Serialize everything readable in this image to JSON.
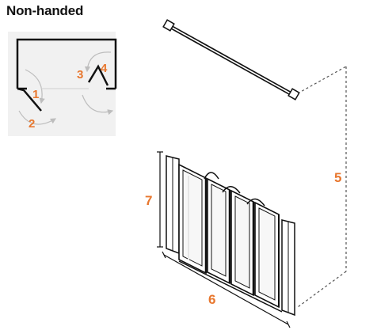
{
  "header": {
    "title": "Non-handed"
  },
  "plan_labels": [
    "1",
    "2",
    "3",
    "4"
  ],
  "dimension_labels": {
    "height_total": "5",
    "width": "6",
    "panel_height": "7"
  },
  "colors": {
    "accent": "#e8772e",
    "line": "#111111",
    "inset_bg": "#f1f1f1",
    "dim": "#555555"
  }
}
